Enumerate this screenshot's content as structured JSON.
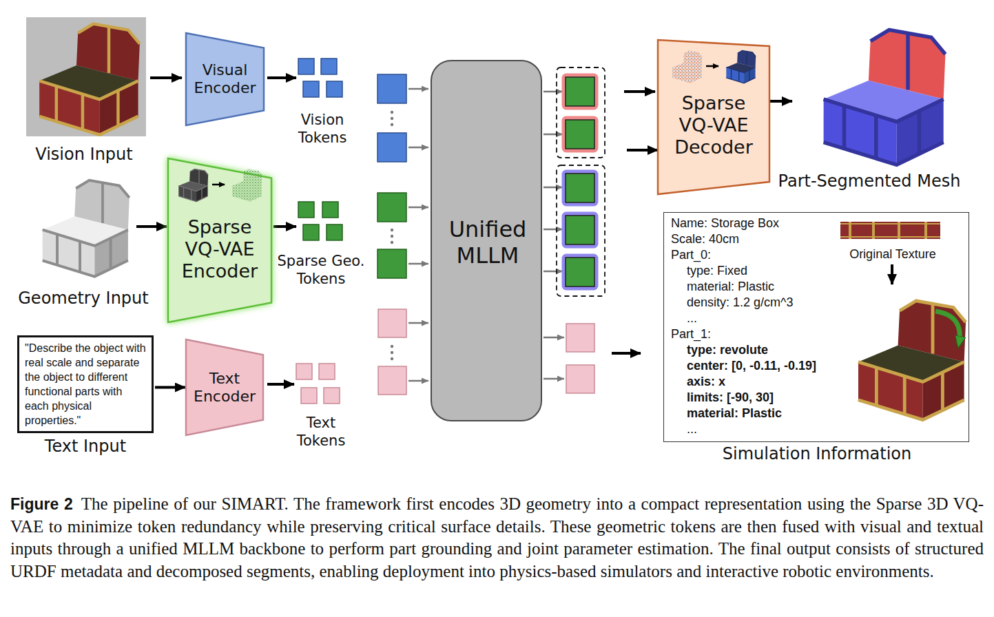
{
  "diagram": {
    "caption": "The pipeline of our SIMART. The framework first encodes 3D geometry into a compact representation using the Sparse 3D VQ-VAE to minimize token redundancy while preserving critical surface details. These geometric tokens are then fused with visual and textual inputs through a unified MLLM backbone to perform part grounding and joint parameter estimation. The final output consists of structured URDF metadata and decomposed segments, enabling deployment into physics-based simulators and interactive robotic environments.",
    "nodes": [
      {
        "text": [
          "Visual Encoder"
        ]
      },
      {
        "text": [
          "Sparse VQ-VAE Encoder"
        ]
      },
      {
        "text": [
          "\"Describe the object with real scale and separate the object to different functional parts with each physical properties.\"",
          "Text Input"
        ]
      },
      {
        "text": [
          "Text Encoder"
        ]
      },
      {
        "text": [
          "Unified MLLM"
        ]
      },
      {
        "text": [
          "Sparse VQ-VAE Decoder"
        ]
      },
      {
        "text": [
          "Name: Storage Box",
          "Scale: 40cm",
          "Part_0:",
          "type: Fixed",
          "material: Plastic",
          "density: 1.2 g/cm^3",
          "...",
          "Part_1:",
          "type: revolute",
          "center: [0, -0.11, -0.19]",
          "axis: x",
          "limits: [-90, 30]",
          "material: Plastic",
          "...",
          "Original Texture",
          "Simulation Information"
        ]
      }
    ],
    "edges": [
      {
        "from": 2,
        "to": 3,
        "arrow": "to"
      }
    ],
    "labels": [
      "Vision Input",
      "Vision Tokens",
      "Geometry Input",
      "Sparse Geo. Tokens",
      "Text Tokens",
      "Part-Segmented Mesh",
      "Figure 2"
    ]
  }
}
